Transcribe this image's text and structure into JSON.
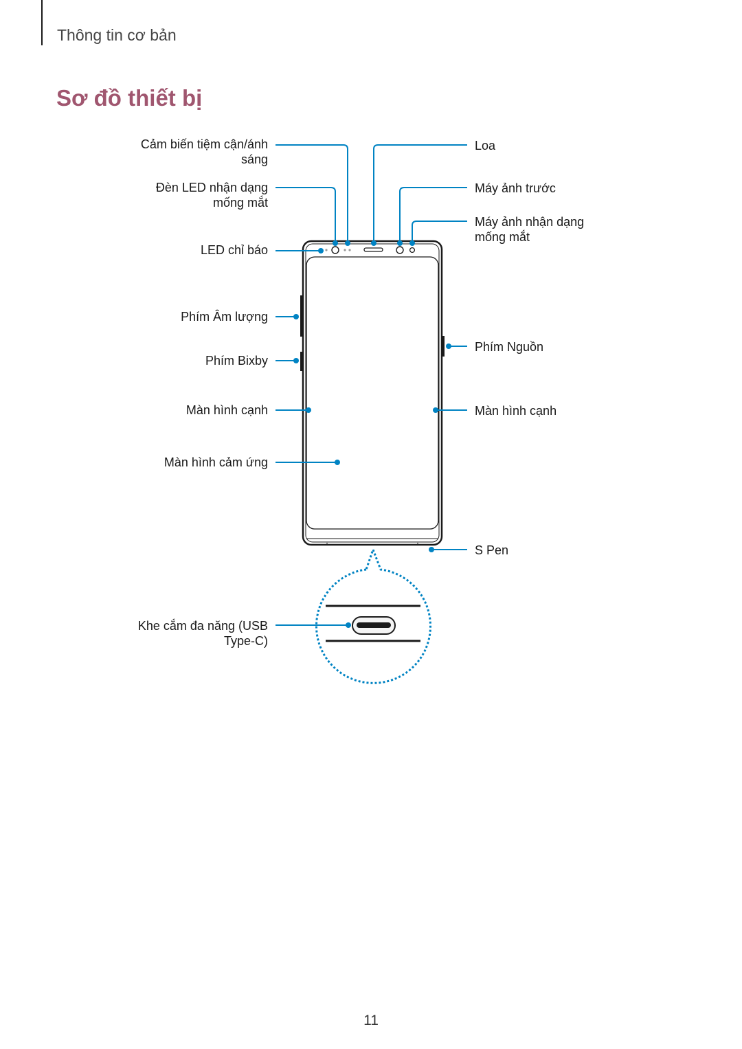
{
  "header": {
    "section": "Thông tin cơ bản"
  },
  "title": "Sơ đồ thiết bị",
  "labels": {
    "proximity_sensor": "Cảm biến tiệm cận/ánh sáng",
    "iris_led": "Đèn LED nhận dạng mống mắt",
    "led_indicator": "LED chỉ báo",
    "volume_key": "Phím Âm lượng",
    "bixby_key": "Phím Bixby",
    "edge_screen_left": "Màn hình cạnh",
    "touchscreen": "Màn hình cảm ứng",
    "usb_port": "Khe cắm đa năng (USB Type-C)",
    "speaker": "Loa",
    "front_camera": "Máy ảnh trước",
    "iris_camera": "Máy ảnh nhận dạng mống mắt",
    "power_key": "Phím Nguồn",
    "edge_screen_right": "Màn hình cạnh",
    "s_pen": "S Pen"
  },
  "footer": {
    "page_number": "11"
  },
  "colors": {
    "accent": "#0083c3",
    "title": "#a0566f",
    "device": "#1a1a1a"
  }
}
